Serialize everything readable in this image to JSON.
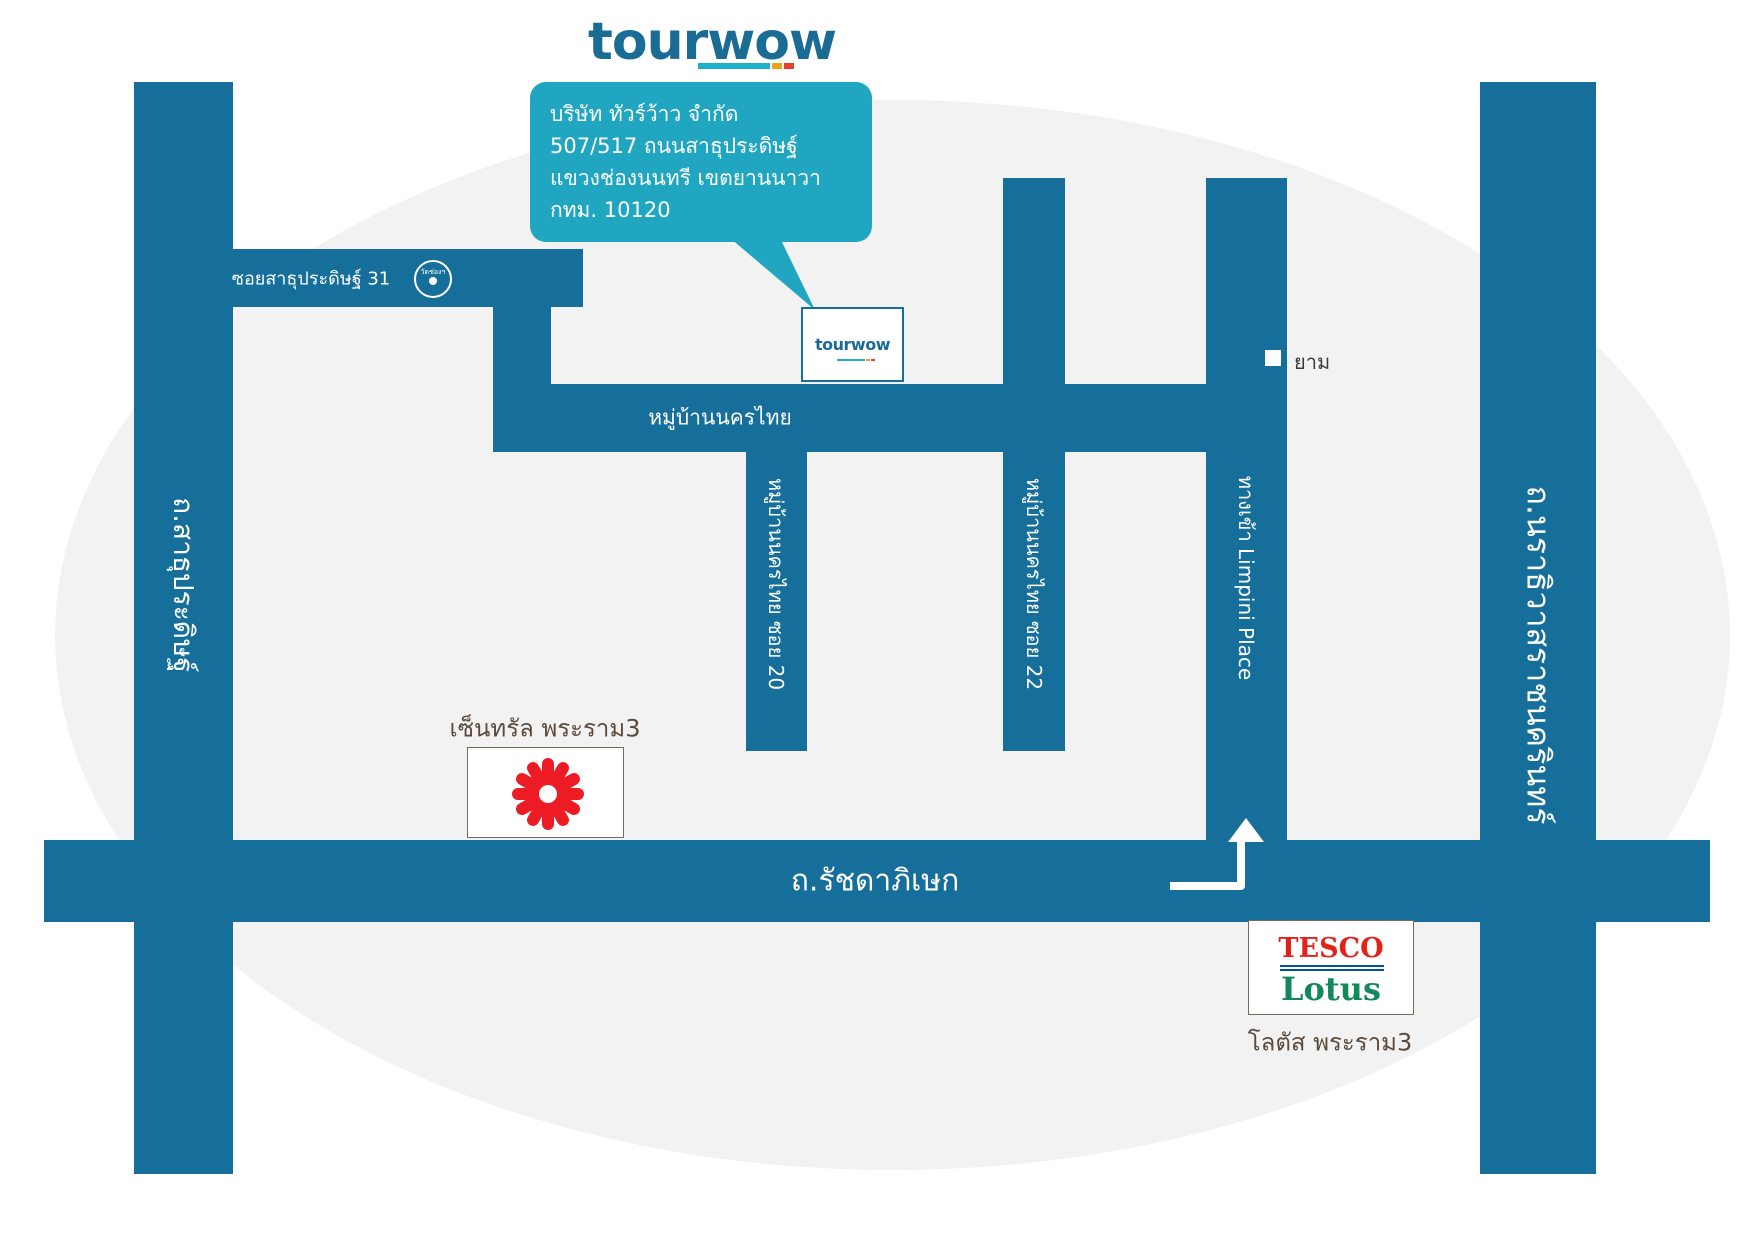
{
  "brand": {
    "logo_part1": "tour",
    "logo_part2": "wow",
    "logo_colors": [
      "#1fb0c9",
      "#f0a21e",
      "#e6412c"
    ]
  },
  "address": {
    "line1": "บริษัท ทัวร์ว้าว จำกัด",
    "line2": "507/517 ถนนสาธุประดิษฐ์",
    "line3": "แขวงช่องนนทรี เขตยานนาวา",
    "line4": "กทม. 10120"
  },
  "roads": {
    "sathu_pradit_road": "ถ.สาธุประดิษฐ์",
    "rama9_road": "ถ.นราธิวาสราชนครินทร์",
    "ratchadaphisek_road": "ถ.รัชดาภิเษก",
    "soi_31": "ซอยสาธุประดิษฐ์ 31",
    "nakhon_thai_village": "หมู่บ้านนครไทย",
    "nakhon_thai_soi20": "หมู่บ้านนครไทย ซอย 20",
    "nakhon_thai_soi22": "หมู่บ้านนครไทย ซอย 22",
    "limpini_entrance": "ทางเข้า Limpini Place"
  },
  "landmarks": {
    "temple_icon_text": "วัดช่องฯ",
    "office_logo_part1": "tour",
    "office_logo_part2": "wow",
    "yam_label": "ยาม",
    "central_label": "เซ็นทรัล พระราม3",
    "tesco_line1": "TESCO",
    "tesco_line2": "Lotus",
    "lotus_label": "โลตัส พระราม3"
  },
  "colors": {
    "road": "#156f9a",
    "bubble": "#21a6c1",
    "central_red": "#ed1c24",
    "tesco_red": "#e2231a",
    "tesco_blue": "#00539f",
    "lotus_green": "#15875c"
  }
}
